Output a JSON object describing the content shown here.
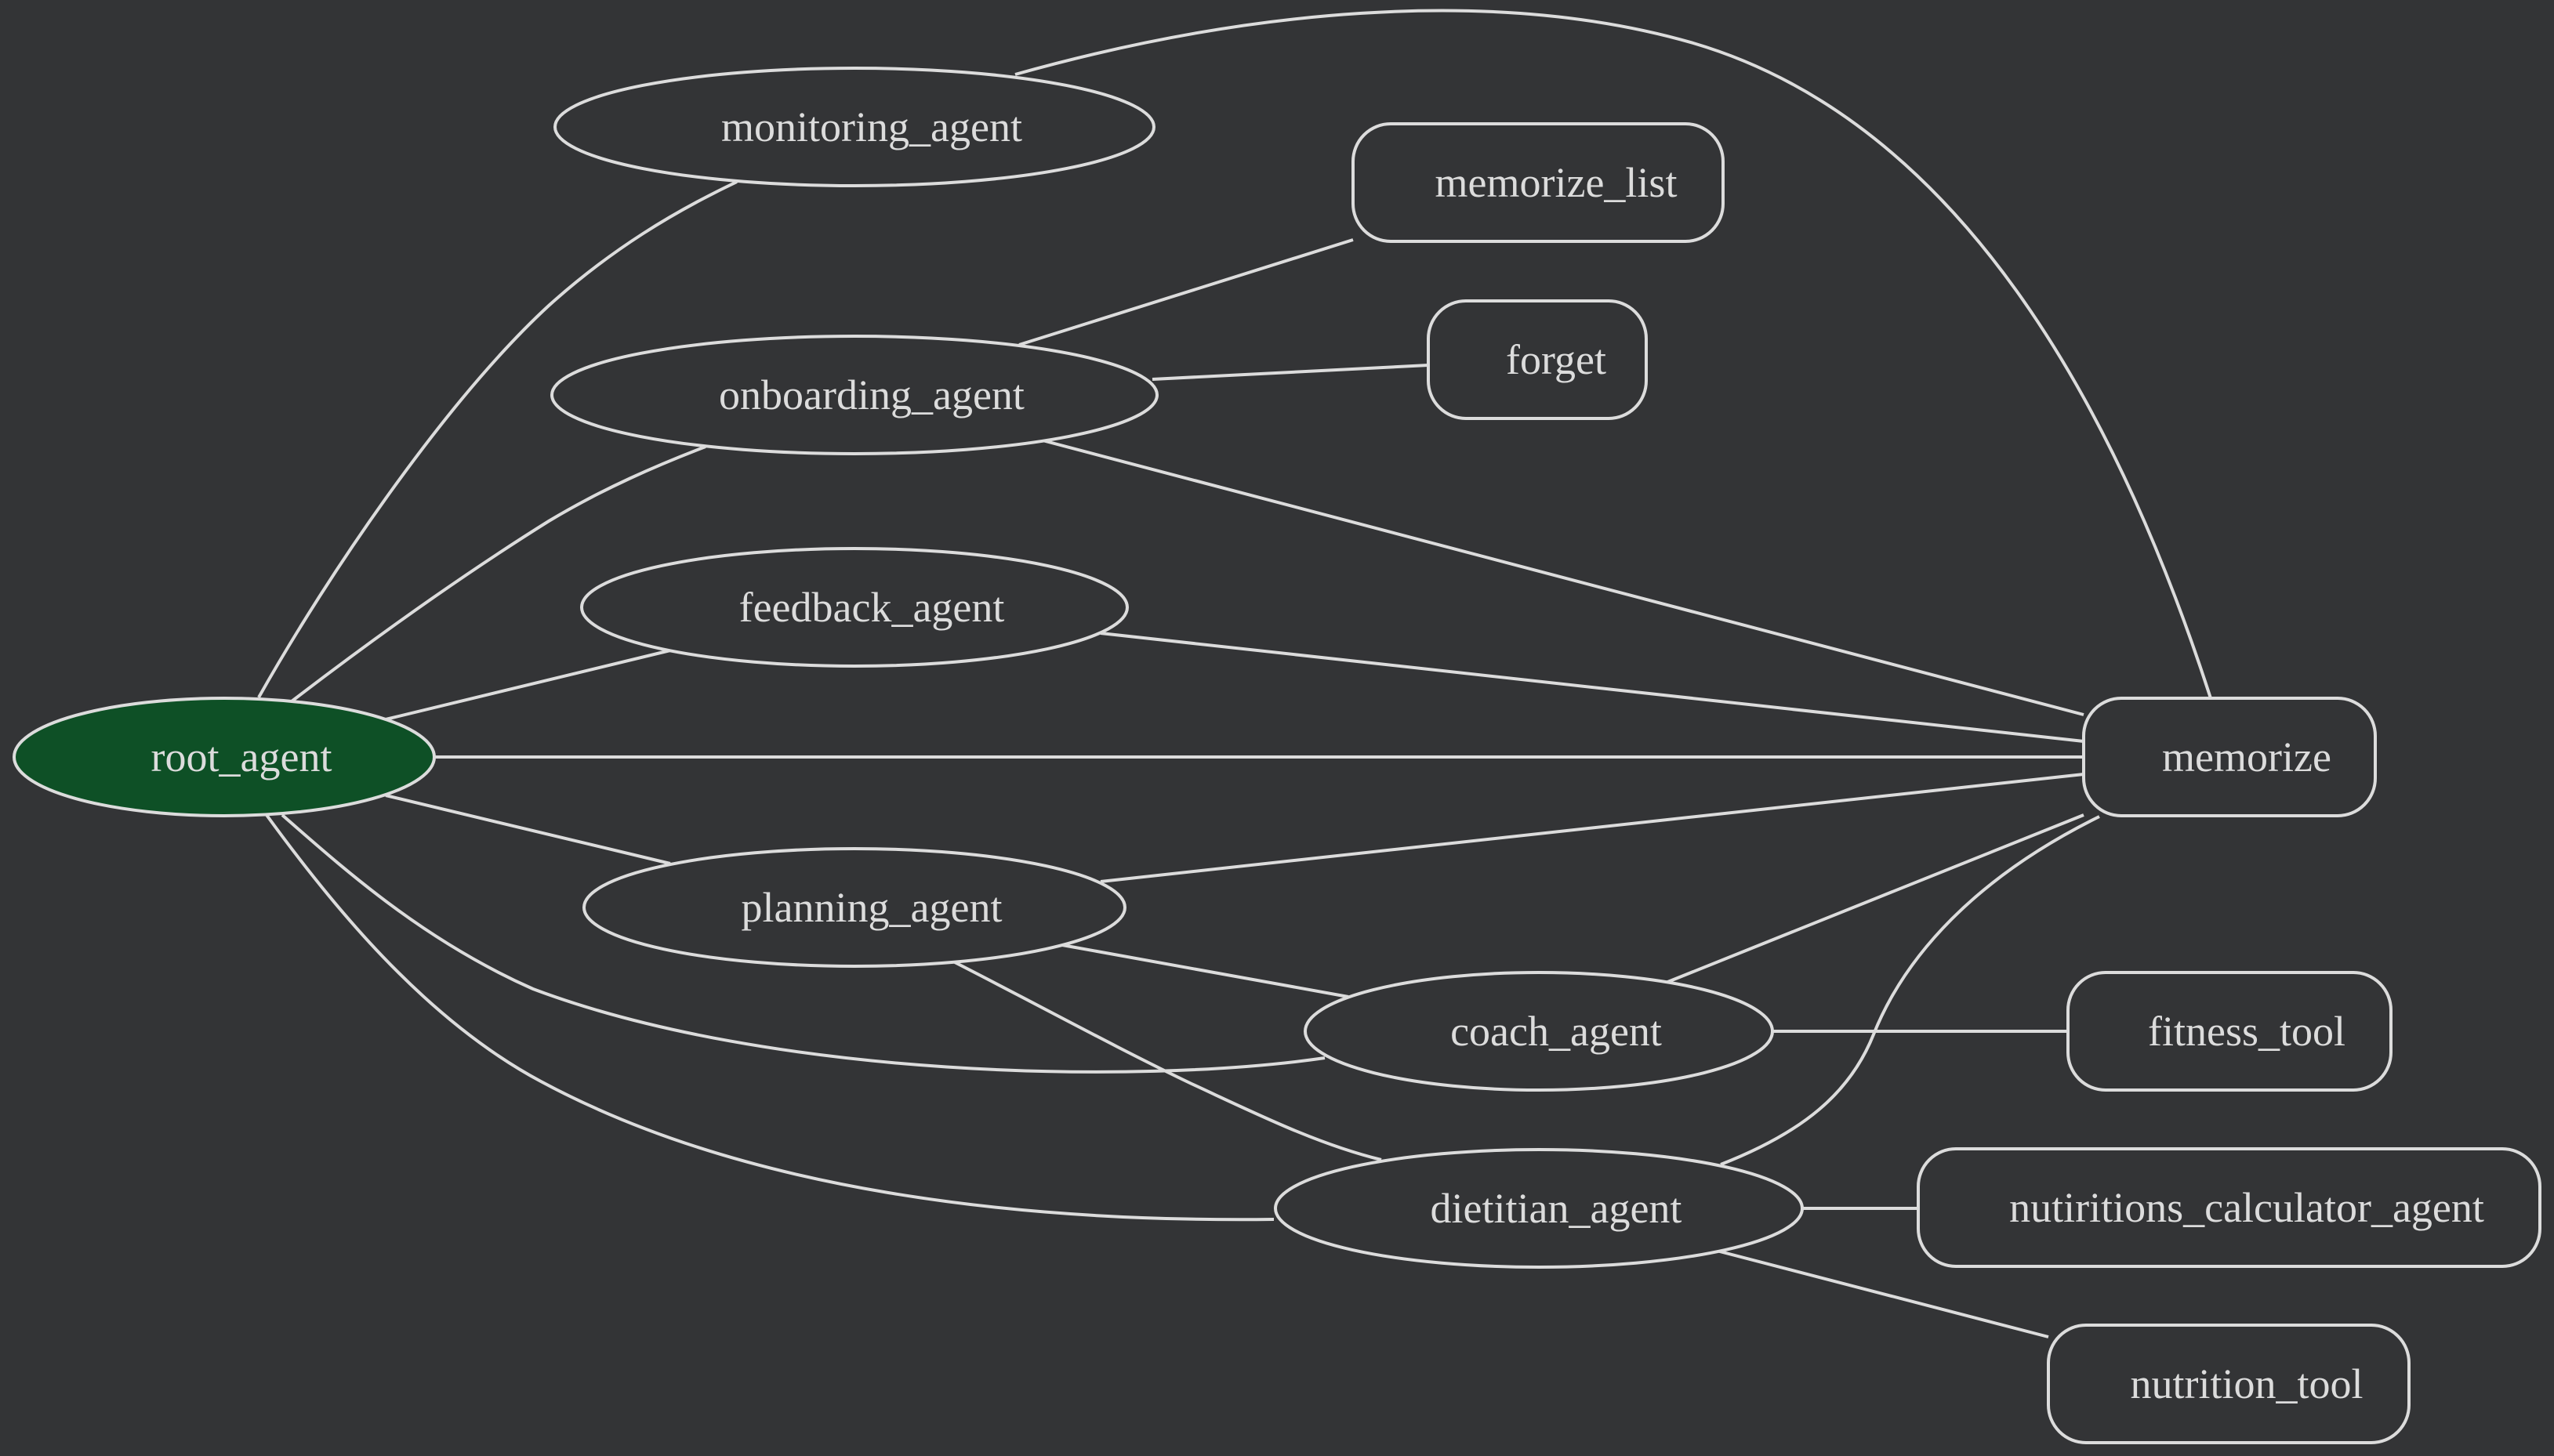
{
  "diagram": {
    "colors": {
      "background": "#333436",
      "line": "#dcdcdc",
      "text": "#dcdcdc",
      "root_fill": "#0e5026",
      "node_fill": "#333436"
    },
    "nodes": [
      {
        "id": "root_agent",
        "label": "root_agent",
        "kind": "root"
      },
      {
        "id": "monitoring_agent",
        "label": "monitoring_agent",
        "kind": "agent"
      },
      {
        "id": "onboarding_agent",
        "label": "onboarding_agent",
        "kind": "agent"
      },
      {
        "id": "feedback_agent",
        "label": "feedback_agent",
        "kind": "agent"
      },
      {
        "id": "planning_agent",
        "label": "planning_agent",
        "kind": "agent"
      },
      {
        "id": "coach_agent",
        "label": "coach_agent",
        "kind": "agent"
      },
      {
        "id": "dietitian_agent",
        "label": "dietitian_agent",
        "kind": "agent"
      },
      {
        "id": "memorize_list",
        "label": "memorize_list",
        "kind": "tool"
      },
      {
        "id": "forget",
        "label": "forget",
        "kind": "tool"
      },
      {
        "id": "memorize",
        "label": "memorize",
        "kind": "tool"
      },
      {
        "id": "fitness_tool",
        "label": "fitness_tool",
        "kind": "tool"
      },
      {
        "id": "nutiritions_calculator_agent",
        "label": "nutiritions_calculator_agent",
        "kind": "tool"
      },
      {
        "id": "nutrition_tool",
        "label": "nutrition_tool",
        "kind": "tool"
      }
    ],
    "edges": [
      {
        "from": "root_agent",
        "to": "monitoring_agent"
      },
      {
        "from": "root_agent",
        "to": "onboarding_agent"
      },
      {
        "from": "root_agent",
        "to": "feedback_agent"
      },
      {
        "from": "root_agent",
        "to": "memorize"
      },
      {
        "from": "root_agent",
        "to": "planning_agent"
      },
      {
        "from": "root_agent",
        "to": "coach_agent"
      },
      {
        "from": "root_agent",
        "to": "dietitian_agent"
      },
      {
        "from": "monitoring_agent",
        "to": "memorize"
      },
      {
        "from": "onboarding_agent",
        "to": "memorize_list"
      },
      {
        "from": "onboarding_agent",
        "to": "forget"
      },
      {
        "from": "onboarding_agent",
        "to": "memorize"
      },
      {
        "from": "feedback_agent",
        "to": "memorize"
      },
      {
        "from": "planning_agent",
        "to": "memorize"
      },
      {
        "from": "planning_agent",
        "to": "coach_agent"
      },
      {
        "from": "planning_agent",
        "to": "dietitian_agent"
      },
      {
        "from": "coach_agent",
        "to": "memorize"
      },
      {
        "from": "coach_agent",
        "to": "fitness_tool"
      },
      {
        "from": "dietitian_agent",
        "to": "memorize"
      },
      {
        "from": "dietitian_agent",
        "to": "nutiritions_calculator_agent"
      },
      {
        "from": "dietitian_agent",
        "to": "nutrition_tool"
      }
    ]
  }
}
